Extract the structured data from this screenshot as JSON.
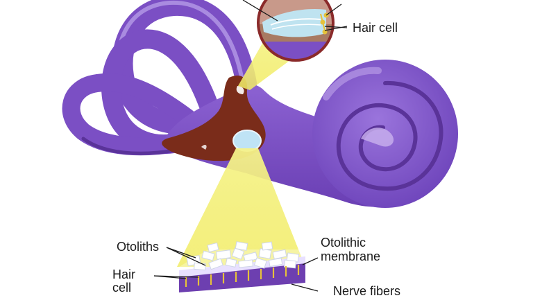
{
  "labels": {
    "hair_cell_top": "Hair cell",
    "otoliths": "Otoliths",
    "otolithic_membrane_line1": "Otolithic",
    "otolithic_membrane_line2": "membrane",
    "hair_cell_bottom_line1": "Hair",
    "hair_cell_bottom_line2": "cell",
    "nerve_fibers": "Nerve fibers"
  },
  "colors": {
    "labyrinth": "#7b4fc4",
    "labyrinth_dark": "#5a3399",
    "labyrinth_light": "#a98be0",
    "vestibule": "#7a2c1a",
    "highlight_cone": "#f3ef7a",
    "otolith_crystals": "#ffffff",
    "hair_cells": "#e6c23a"
  }
}
